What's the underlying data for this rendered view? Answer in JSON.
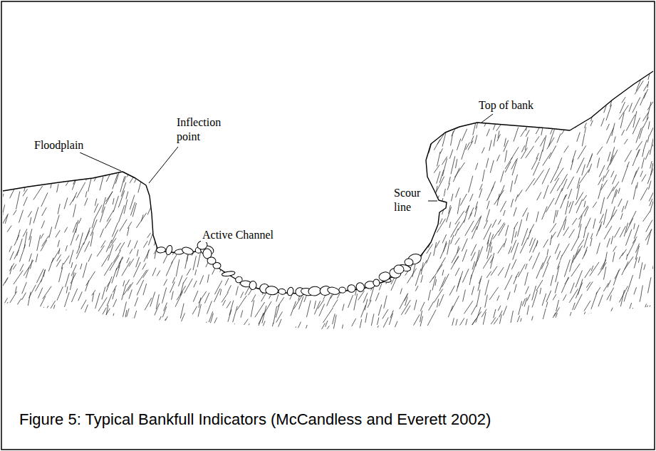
{
  "diagram": {
    "caption": "Figure 5: Typical Bankfull Indicators (McCandless and Everett 2002)",
    "labels": [
      "Top of bank",
      "Floodplain",
      "Inflection point",
      "Scour line",
      "Active Channel"
    ]
  }
}
